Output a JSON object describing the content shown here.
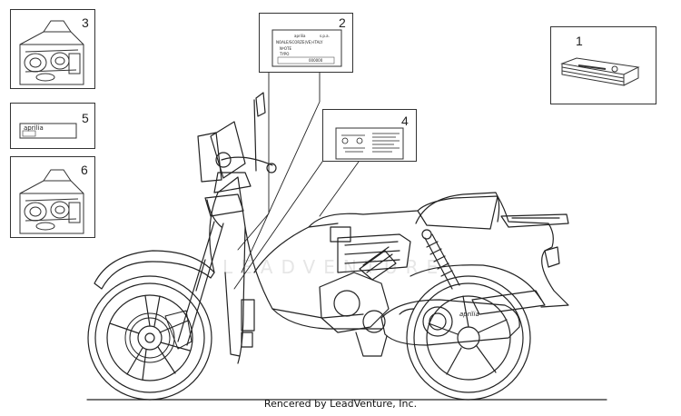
{
  "callouts": {
    "c1": "1",
    "c2": "2",
    "c3": "3",
    "c4": "4",
    "c5": "5",
    "c6": "6"
  },
  "decal_5": {
    "brand": "aprilia"
  },
  "plate_2": {
    "brand": "aprilia",
    "suffix": "s.p.a.",
    "address": "NOALE/SCORZE(VE)-ITALY",
    "line_omolog": "NºOTE",
    "line_typo": "TYPO",
    "serial": "000000"
  },
  "engine_badge": "aprilia",
  "watermark": "LEADVENTURE",
  "footer": {
    "credit": "Rencered by LeadVenture, Inc."
  },
  "colors": {
    "line": "#222222",
    "background": "#ffffff",
    "watermark": "#e6e6e6"
  }
}
